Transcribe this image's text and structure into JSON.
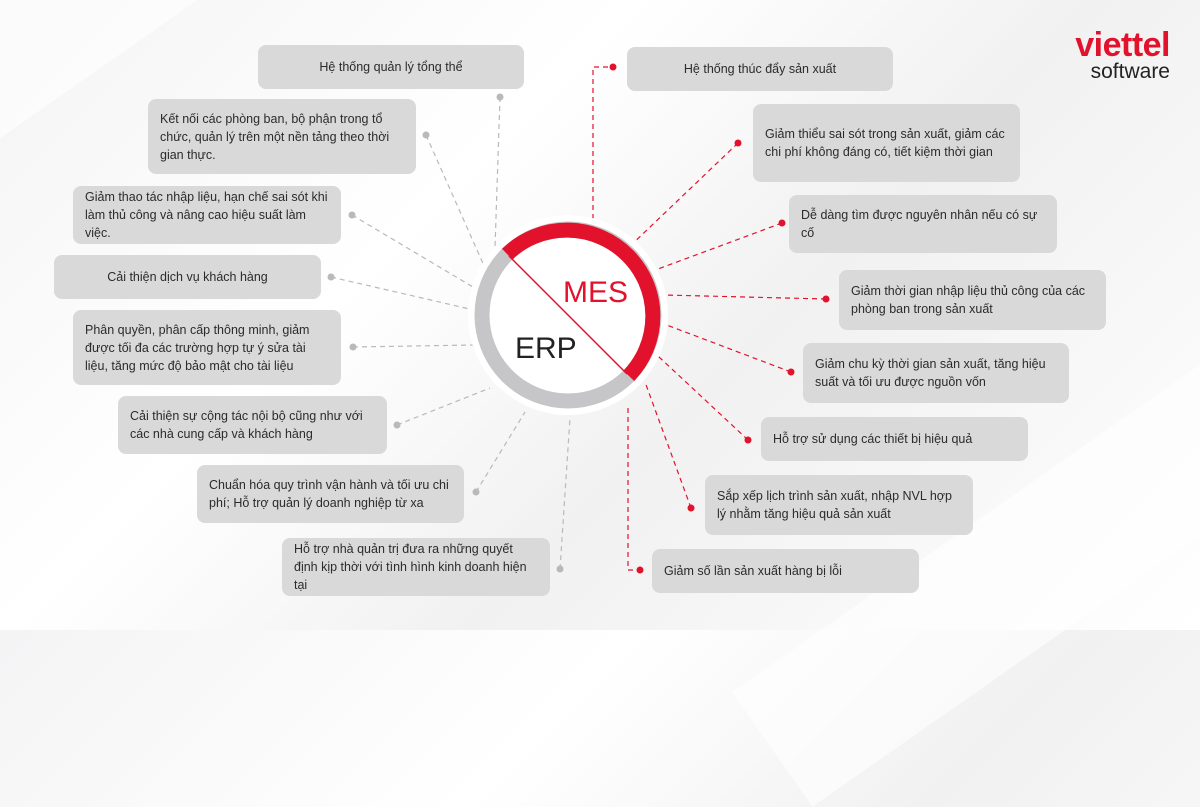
{
  "brand": {
    "name": "viettel",
    "sub": "software",
    "color": "#e3122c"
  },
  "center": {
    "mes": "MES",
    "erp": "ERP",
    "mes_color": "#e3122c",
    "erp_color": "#c6c6c8"
  },
  "erp_items": [
    "Hệ thống quản lý tổng thể",
    "Kết nối các phòng ban, bộ phận trong tổ chức, quản lý trên một nền tảng theo thời gian thực.",
    "Giảm thao tác nhập liệu, hạn chế sai sót khi làm thủ công và nâng cao hiệu suất làm việc.",
    "Cải thiện dịch vụ khách hàng",
    "Phân quyền, phân cấp thông minh, giảm được tối đa các trường hợp tự ý sửa tài liệu, tăng mức độ bảo mật cho tài liệu",
    "Cải thiện sự cộng tác nội bộ cũng như với các nhà cung cấp và khách hàng",
    "Chuẩn hóa quy trình vận hành và tối ưu chi phí; Hỗ trợ quản lý doanh nghiệp từ xa",
    "Hỗ trợ nhà quản trị đưa ra những quyết định kịp thời với tình hình kinh doanh hiện tại"
  ],
  "mes_items": [
    "Hệ thống thúc đẩy sản xuất",
    "Giảm thiểu sai sót trong sản xuất, giảm các chi phí không đáng có, tiết kiệm thời gian",
    "Dễ dàng tìm được nguyên nhân nếu có sự cố",
    "Giảm thời gian nhập liệu thủ công của các phòng ban trong sản xuất",
    "Giảm chu kỳ thời gian sản xuất, tăng hiệu suất và tối ưu được nguồn vốn",
    "Hỗ trợ sử dụng các thiết bị hiệu quả",
    "Sắp xếp lịch trình sản xuất, nhập NVL hợp lý nhằm tăng hiệu quả sản xuất",
    "Giảm số lần sản xuất hàng bị lỗi"
  ]
}
